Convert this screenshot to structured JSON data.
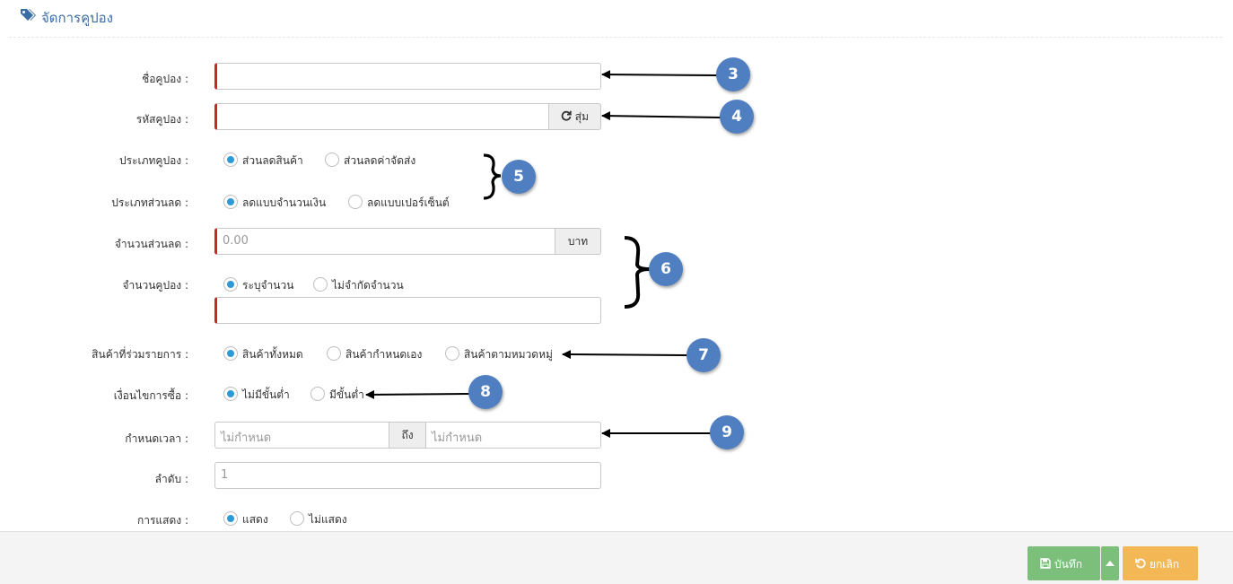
{
  "header": {
    "title": "จัดการคูปอง",
    "icon": "tags-icon"
  },
  "form": {
    "coupon_name": {
      "label": "ชื่อคูปอง :",
      "value": ""
    },
    "coupon_code": {
      "label": "รหัสคูปอง :",
      "value": "",
      "random_button": "สุ่ม"
    },
    "coupon_type": {
      "label": "ประเภทคูปอง :",
      "options": [
        "ส่วนลดสินค้า",
        "ส่วนลดค่าจัดส่ง"
      ],
      "selected": "ส่วนลดสินค้า"
    },
    "discount_type": {
      "label": "ประเภทส่วนลด :",
      "options": [
        "ลดแบบจำนวนเงิน",
        "ลดแบบเปอร์เซ็นต์"
      ],
      "selected": "ลดแบบจำนวนเงิน"
    },
    "discount_amount": {
      "label": "จำนวนส่วนลด :",
      "placeholder": "0.00",
      "unit": "บาท"
    },
    "coupon_quantity": {
      "label": "จำนวนคูปอง :",
      "options": [
        "ระบุจำนวน",
        "ไม่จำกัดจำนวน"
      ],
      "selected": "ระบุจำนวน",
      "value": ""
    },
    "products": {
      "label": "สินค้าที่ร่วมรายการ :",
      "options": [
        "สินค้าทั้งหมด",
        "สินค้ากำหนดเอง",
        "สินค้าตามหมวดหมู่"
      ],
      "selected": "สินค้าทั้งหมด"
    },
    "condition": {
      "label": "เงื่อนไขการซื้อ :",
      "options": [
        "ไม่มีขั้นต่ำ",
        "มีขั้นต่ำ"
      ],
      "selected": "ไม่มีขั้นต่ำ"
    },
    "period": {
      "label": "กำหนดเวลา :",
      "start_placeholder": "ไม่กำหนด",
      "to": "ถึง",
      "end_placeholder": "ไม่กำหนด"
    },
    "order": {
      "label": "ลำดับ :",
      "placeholder": "1"
    },
    "display": {
      "label": "การแสดง :",
      "options": [
        "แสดง",
        "ไม่แสดง"
      ],
      "selected": "แสดง"
    }
  },
  "footer": {
    "save_label": "บันทึก",
    "cancel_label": "ยกเลิก"
  },
  "callouts": [
    "3",
    "4",
    "5",
    "6",
    "7",
    "8",
    "9"
  ],
  "colors": {
    "accent": "#2c9ad6",
    "required": "#c62828",
    "save": "#7cbf7a",
    "cancel": "#f4b755",
    "callout": "#4f7fc0",
    "title": "#3a6ea5"
  }
}
